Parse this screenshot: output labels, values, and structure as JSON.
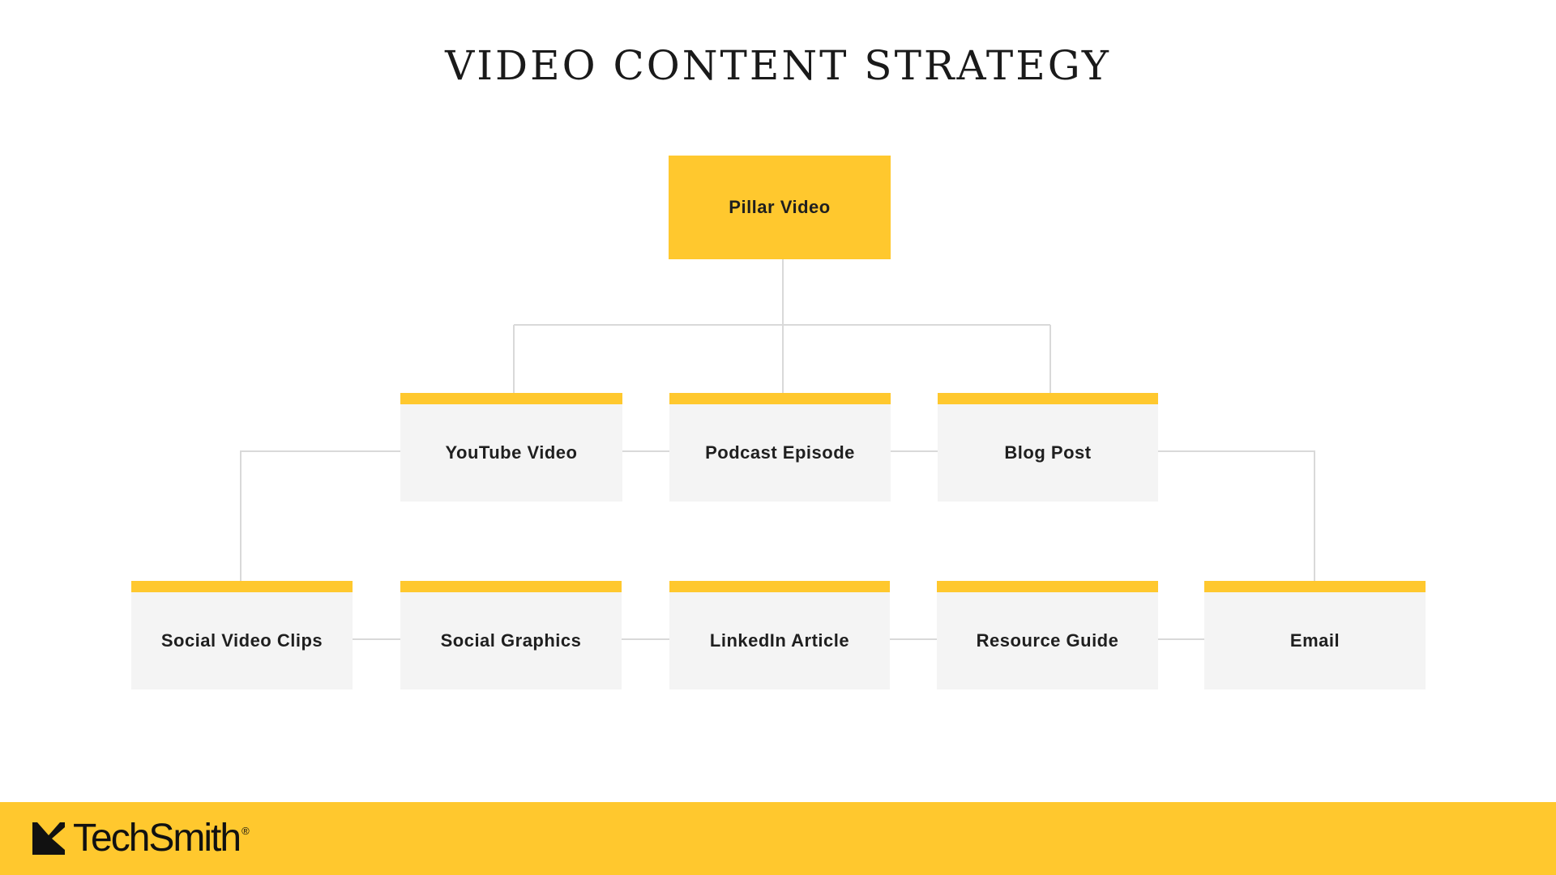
{
  "title": "VIDEO CONTENT STRATEGY",
  "colors": {
    "accent": "#ffc82e",
    "box": "#f4f4f4",
    "connector": "#d9d9d9",
    "text": "#1f1f1f"
  },
  "root": {
    "label": "Pillar Video"
  },
  "tier1": [
    {
      "label": "YouTube Video"
    },
    {
      "label": "Podcast Episode"
    },
    {
      "label": "Blog Post"
    }
  ],
  "tier2": [
    {
      "label": "Social Video Clips"
    },
    {
      "label": "Social Graphics"
    },
    {
      "label": "LinkedIn Article"
    },
    {
      "label": "Resource Guide"
    },
    {
      "label": "Email"
    }
  ],
  "footer": {
    "logo_text": "TechSmith",
    "logo_mark": "®"
  }
}
